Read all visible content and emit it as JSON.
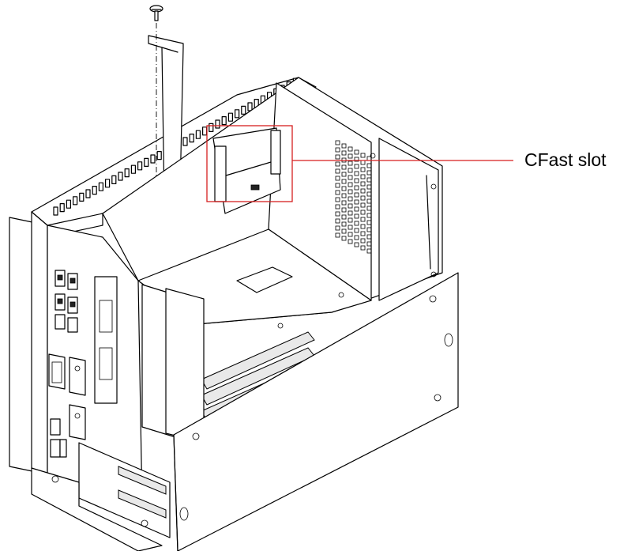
{
  "callout": {
    "label": "CFast slot",
    "color": "#d61f1f"
  },
  "icons": [
    "screw-icon",
    "pci-bracket",
    "cfast-slot",
    "usb-ports",
    "dvi-port",
    "serial-ports",
    "expansion-slots"
  ]
}
